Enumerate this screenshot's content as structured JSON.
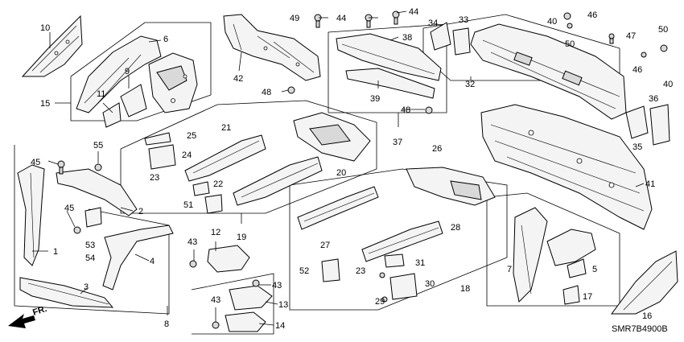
{
  "diagram": {
    "part_code": "SMR7B4900B",
    "direction_label": "FR.",
    "callouts": {
      "c1": "1",
      "c2": "2",
      "c3": "3",
      "c4": "4",
      "c5": "5",
      "c6": "6",
      "c7": "7",
      "c8": "8",
      "c9": "9",
      "c10": "10",
      "c11": "11",
      "c12": "12",
      "c13": "13",
      "c14": "14",
      "c15": "15",
      "c16": "16",
      "c17": "17",
      "c18": "18",
      "c19": "19",
      "c20": "20",
      "c21": "21",
      "c22": "22",
      "c23": "23",
      "c23b": "23",
      "c24": "24",
      "c25": "25",
      "c26": "26",
      "c27": "27",
      "c28": "28",
      "c29": "29",
      "c30": "30",
      "c31": "31",
      "c32": "32",
      "c33": "33",
      "c34": "34",
      "c35": "35",
      "c36": "36",
      "c37": "37",
      "c38": "38",
      "c39": "39",
      "c40": "40",
      "c40b": "40",
      "c41": "41",
      "c42": "42",
      "c43": "43",
      "c43b": "43",
      "c43c": "43",
      "c44": "44",
      "c44b": "44",
      "c45": "45",
      "c45b": "45",
      "c46": "46",
      "c46b": "46",
      "c47": "47",
      "c48": "48",
      "c48b": "48",
      "c49": "49",
      "c50": "50",
      "c50b": "50",
      "c51": "51",
      "c52": "52",
      "c53": "53",
      "c54": "54",
      "c55": "55"
    }
  }
}
